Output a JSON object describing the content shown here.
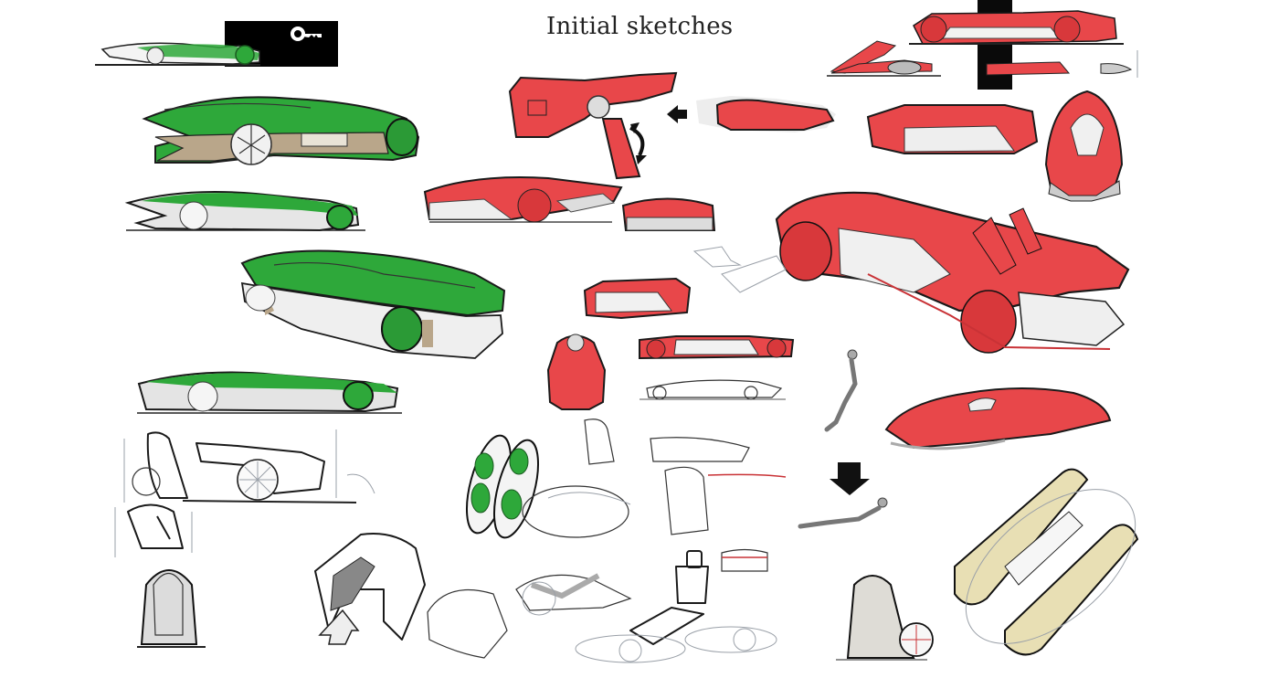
{
  "page": {
    "title": "Initial sketches",
    "background": "#ffffff"
  },
  "palette": {
    "green_marker": "#2ea83a",
    "green_dark": "#1f7a28",
    "red_marker": "#e8474a",
    "red_dark": "#c93236",
    "grey_marker": "#c9c7c2",
    "tan_marker": "#b9a68a",
    "cream_marker": "#e8dfb4",
    "black_panel": "#000000",
    "ink": "#1a1a1a"
  },
  "sketches": {
    "key_badge": {
      "icon": "key-icon",
      "label": "key"
    },
    "green_cars": [
      "side-view-small",
      "perspective-large",
      "side-view",
      "perspective-three-quarter",
      "side-view-long"
    ],
    "red_cars": [
      "top-view-open-door",
      "perspective-small",
      "side-view-opening",
      "front-view",
      "perspective-hero",
      "front-top-view",
      "streamliner-perspective",
      "compact-side",
      "top-front",
      "low-side"
    ],
    "pencil_sketches": [
      "pod-interior",
      "seat-study",
      "reclined-driver",
      "seat-pods-green",
      "top-view-pod",
      "wheel-pod",
      "plan-view-cream"
    ],
    "arrows": [
      "rotate-arrow",
      "left-arrow",
      "down-arrow",
      "up-arrow-outline"
    ]
  }
}
